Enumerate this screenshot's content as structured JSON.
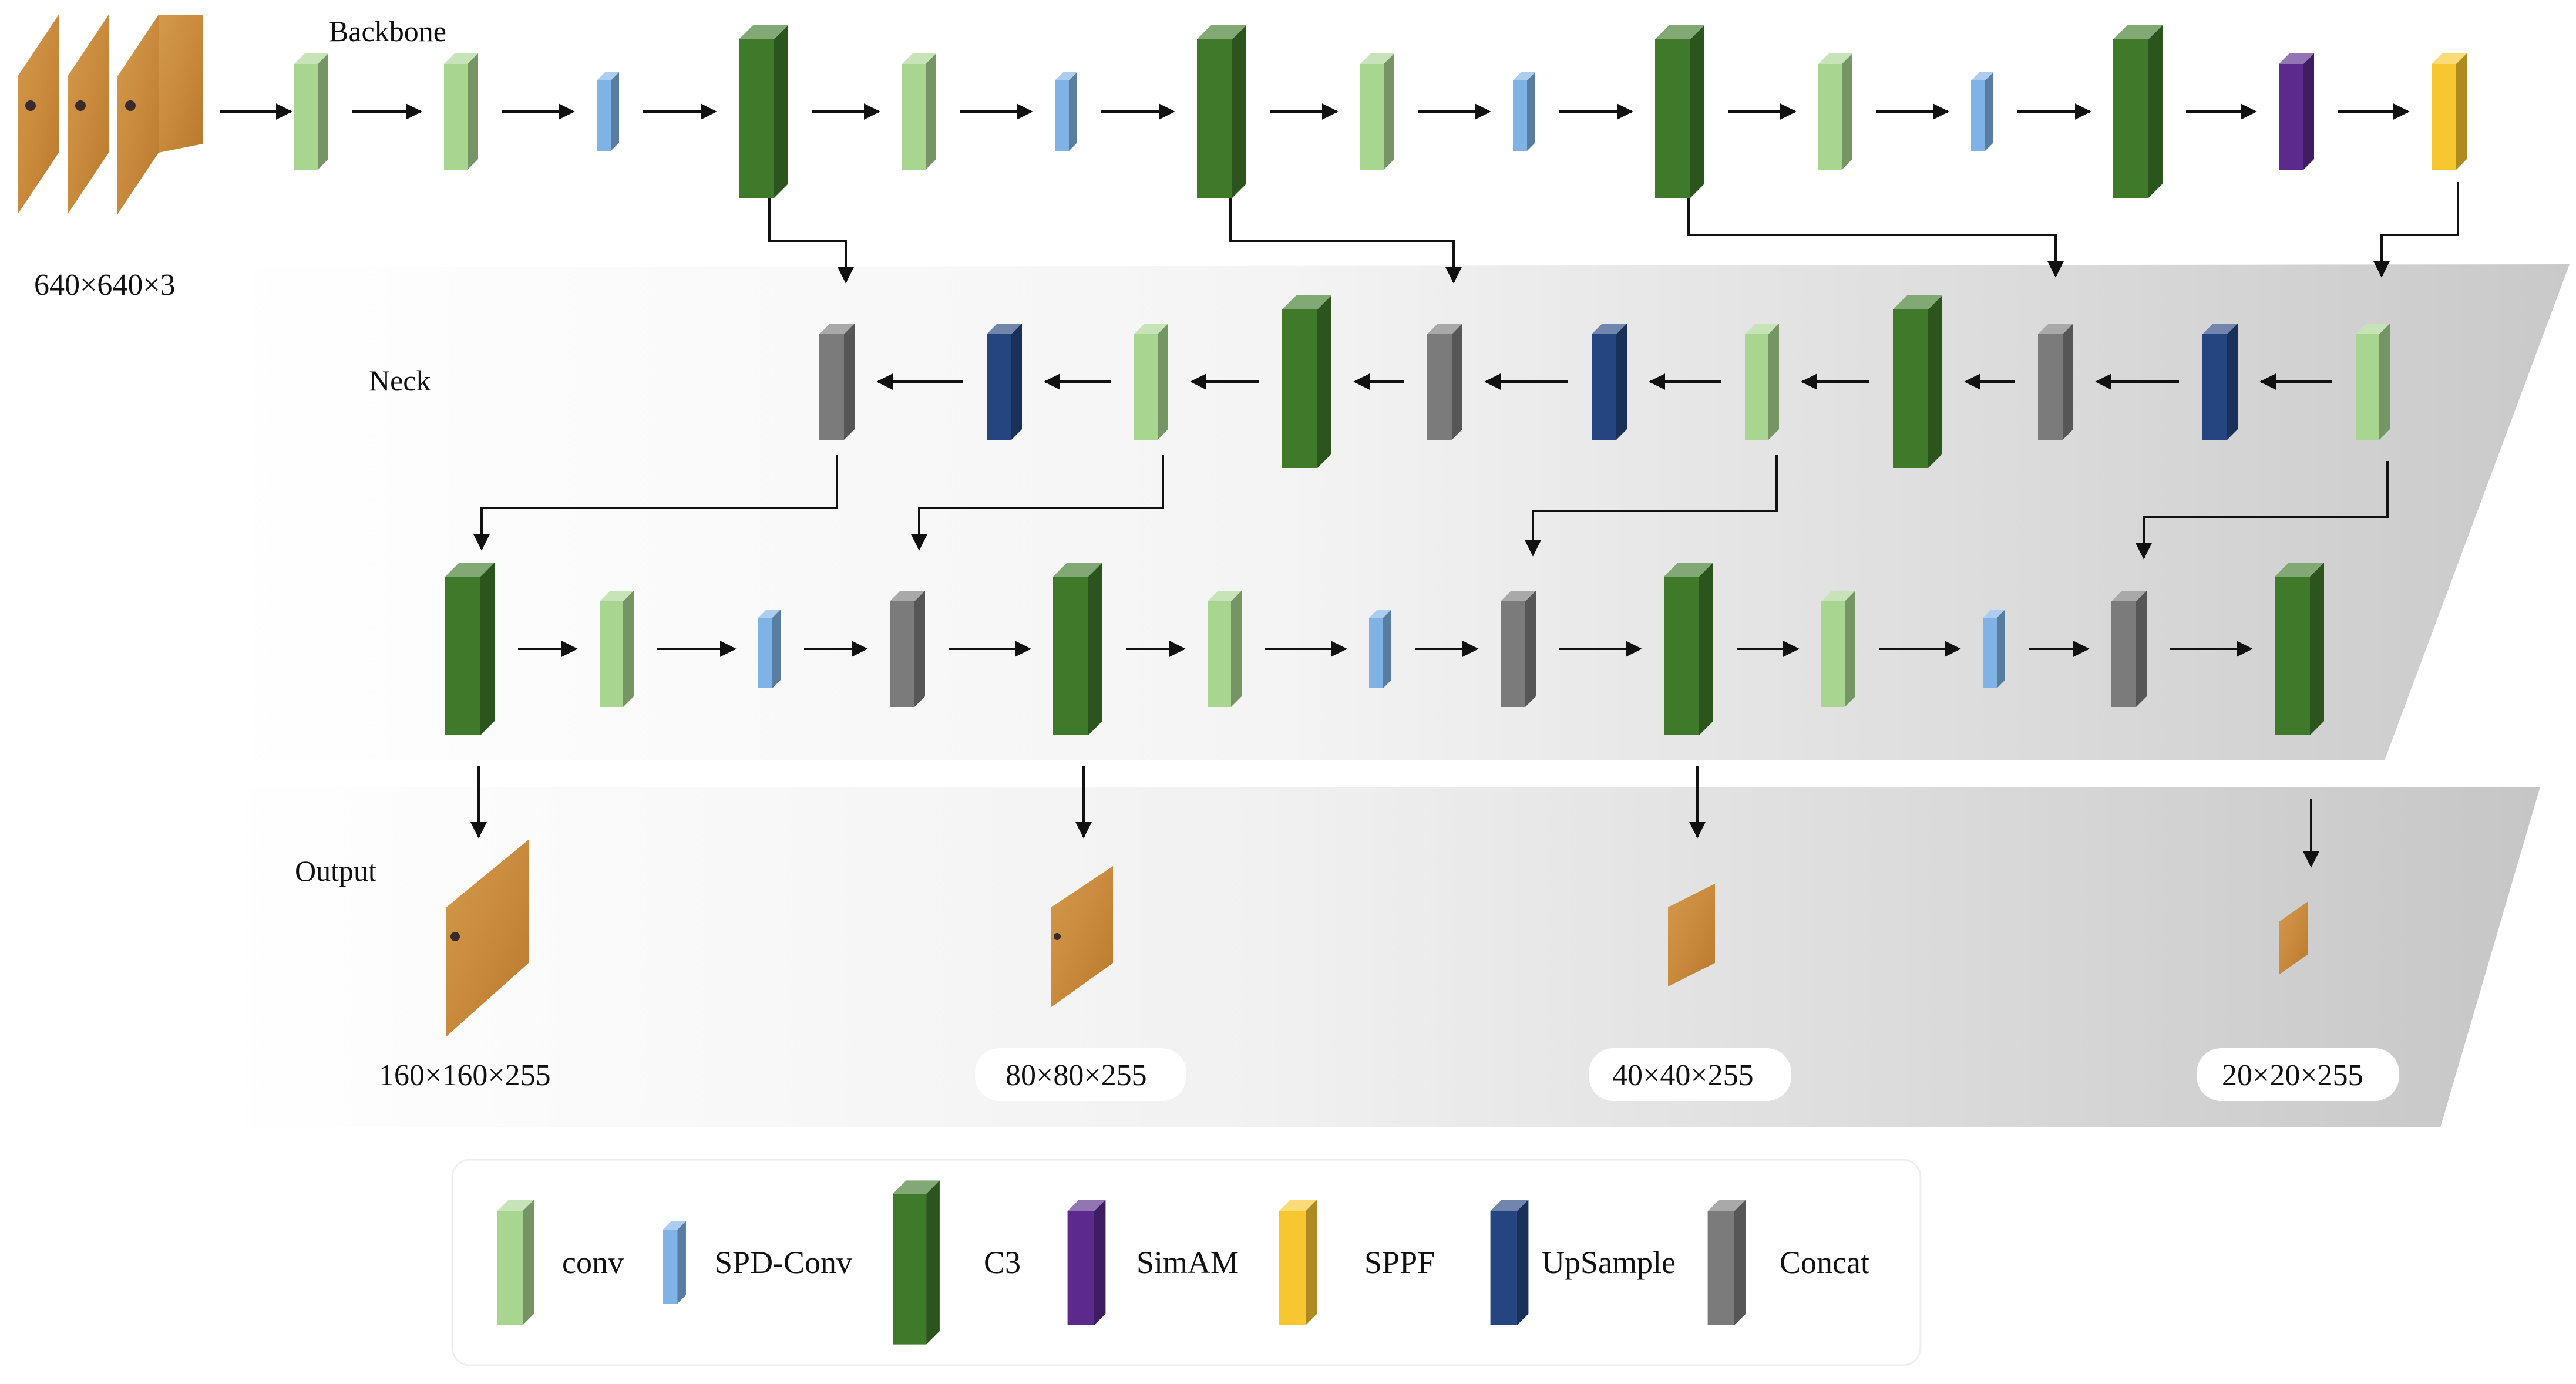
{
  "sections": {
    "backbone": "Backbone",
    "neck": "Neck",
    "output": "Output"
  },
  "dims": {
    "input": "640×640×3",
    "out1": "160×160×255",
    "out2": "80×80×255",
    "out3": "40×40×255",
    "out4": "20×20×255"
  },
  "legend": {
    "conv": "conv",
    "spd": "SPD-Conv",
    "c3": "C3",
    "simam": "SimAM",
    "sppf": "SPPF",
    "upsample": "UpSample",
    "concat": "Concat"
  },
  "block_colors": {
    "conv": "#a8d590",
    "spd": "#7fb2e5",
    "c3": "#3f7a2a",
    "simam": "#5b2a8c",
    "sppf": "#f7c72f",
    "upsample": "#24457f",
    "concat": "#7b7b7b"
  }
}
